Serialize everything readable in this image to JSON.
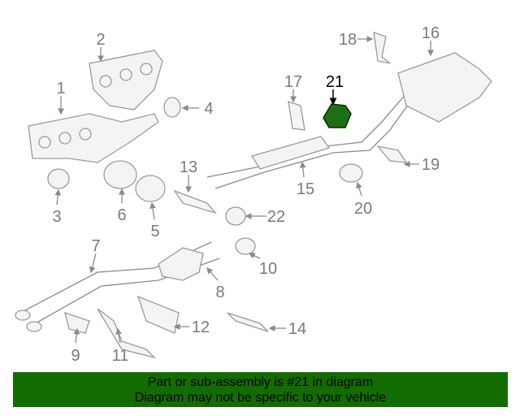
{
  "diagram": {
    "highlighted_part": "21",
    "highlight_color": "#1e6e14",
    "part_labels": [
      "1",
      "2",
      "3",
      "4",
      "5",
      "6",
      "7",
      "8",
      "9",
      "10",
      "11",
      "12",
      "13",
      "14",
      "15",
      "16",
      "17",
      "18",
      "19",
      "20",
      "21",
      "22"
    ]
  },
  "banner": {
    "line1": "Part or sub-assembly is #21 in diagram",
    "line2": "Diagram may not be specific to your vehicle",
    "color": "#136c00"
  }
}
